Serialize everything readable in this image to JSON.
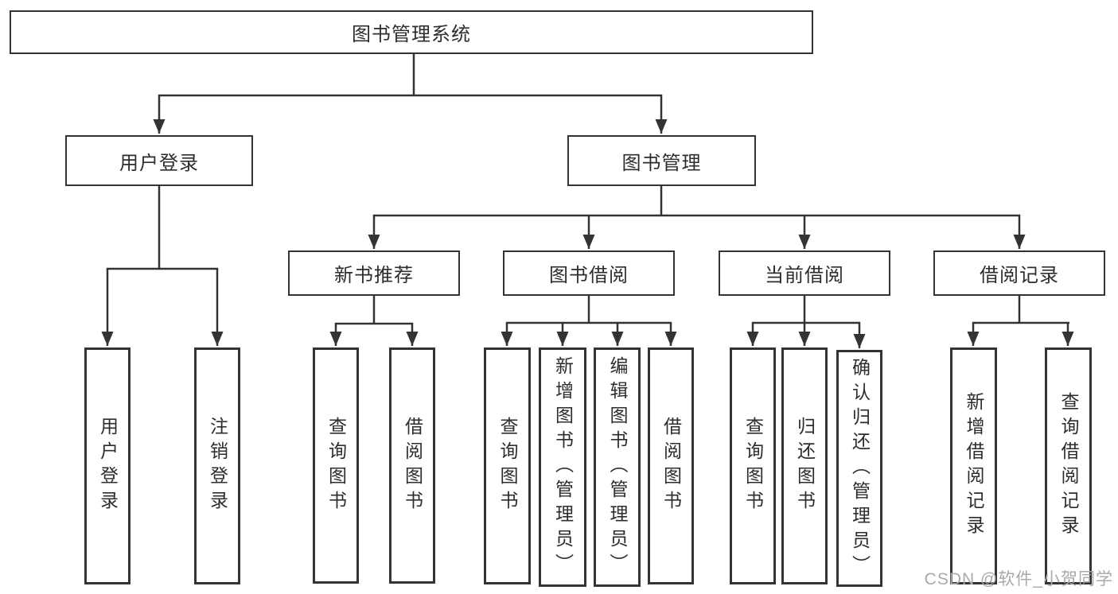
{
  "colors": {
    "line": "#333333",
    "text": "#2d2d2d",
    "bg": "#ffffff",
    "wm": "#a9a9a9"
  },
  "tree": {
    "root": "图书管理系统",
    "user": {
      "label": "用户登录",
      "children": [
        "用户登录",
        "注销登录"
      ]
    },
    "book": {
      "label": "图书管理",
      "groups": [
        {
          "label": "新书推荐",
          "children": [
            "查询图书",
            "借阅图书"
          ]
        },
        {
          "label": "图书借阅",
          "children": [
            "查询图书",
            "新增图书（管理员）",
            "编辑图书（管理员）",
            "借阅图书"
          ]
        },
        {
          "label": "当前借阅",
          "children": [
            "查询图书",
            "归还图书",
            "确认归还（管理员）"
          ]
        },
        {
          "label": "借阅记录",
          "children": [
            "新增借阅记录",
            "查询借阅记录"
          ]
        }
      ]
    }
  },
  "watermark": "CSDN @软件_小贺同学"
}
